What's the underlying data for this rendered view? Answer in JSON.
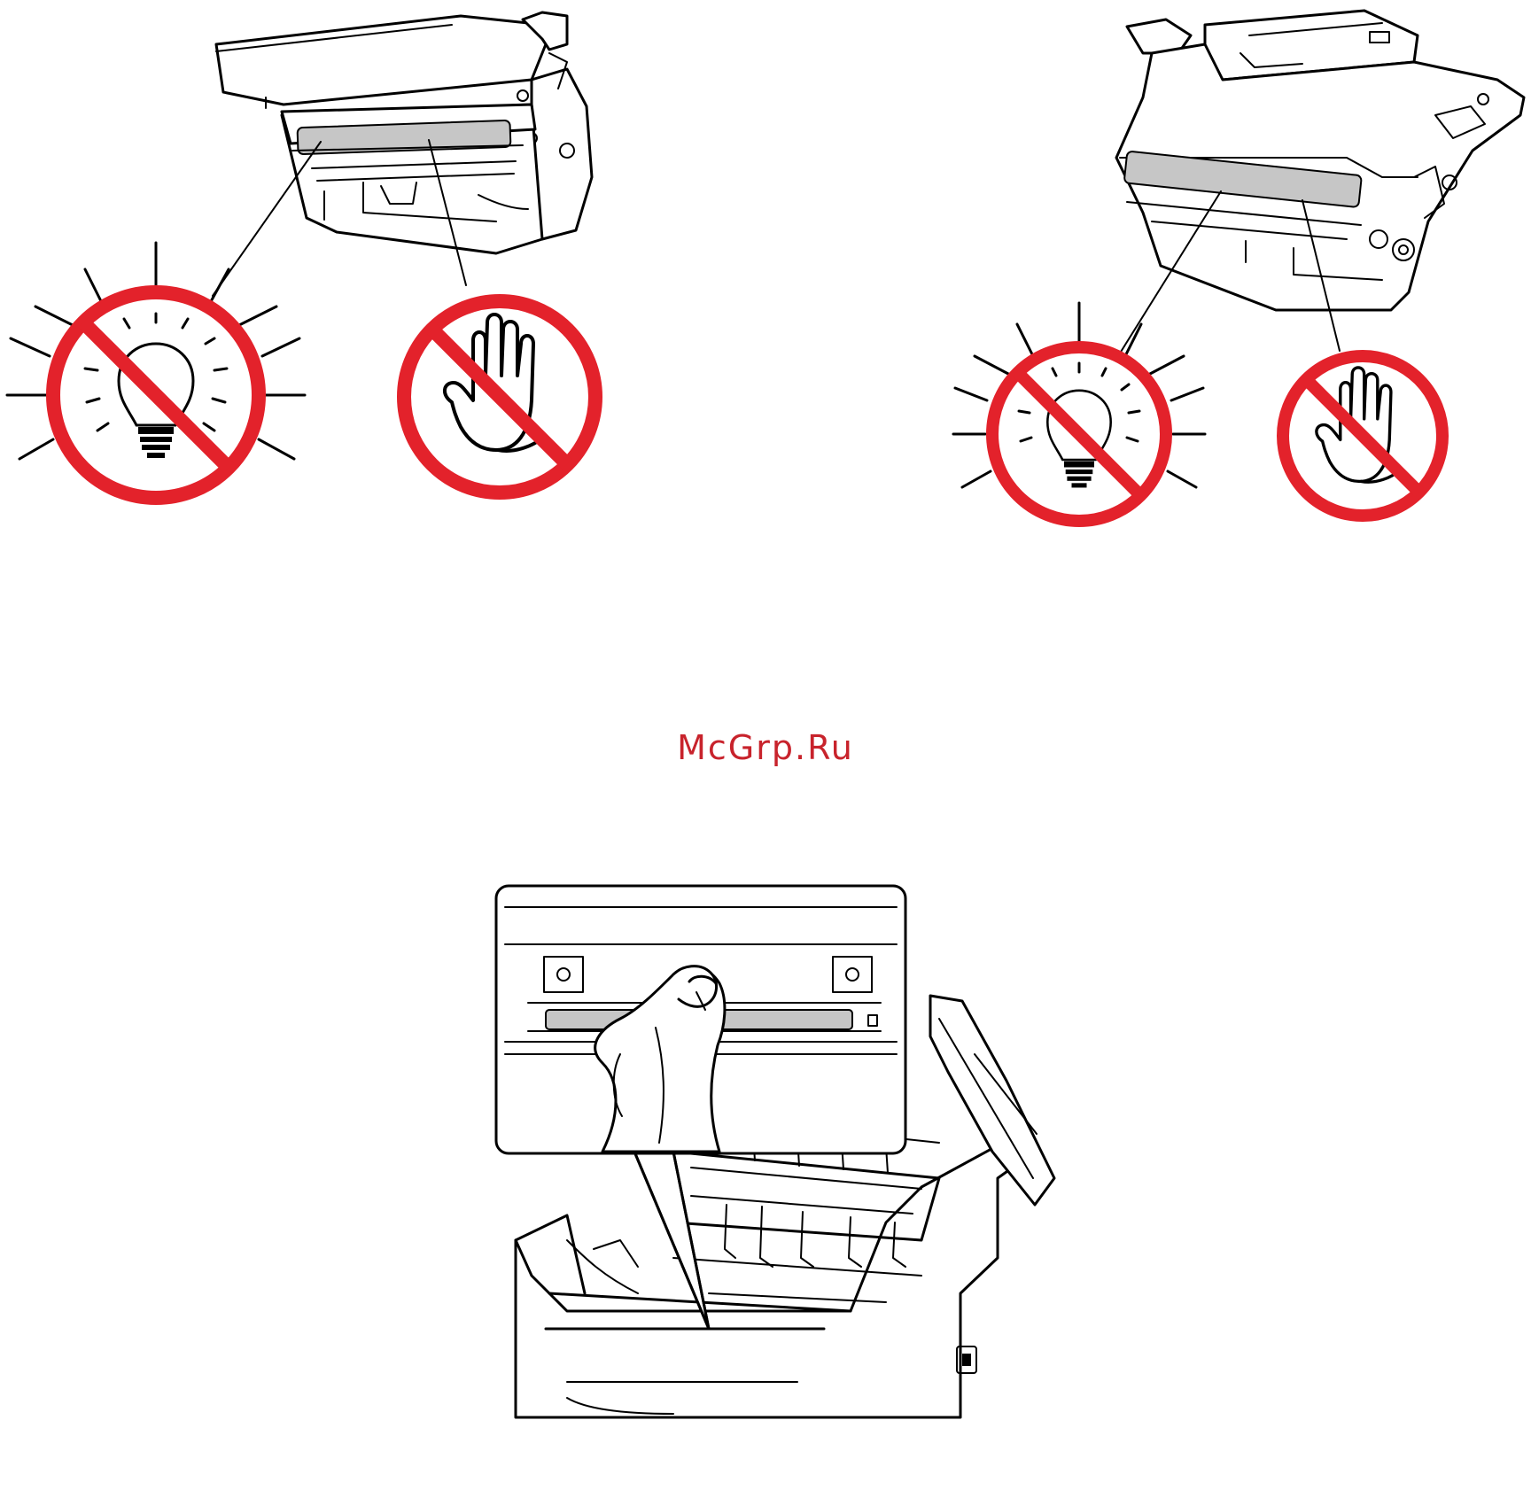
{
  "watermark": {
    "text": "McGrp.Ru",
    "color": "#c8232c"
  },
  "icons": [
    "drum-unit-illustration",
    "no-light-exposure-icon",
    "no-touch-icon",
    "printer-cleaning-illustration"
  ],
  "colors": {
    "prohibition": "#e3222b",
    "roller": "#c6c6c6",
    "line": "#000000"
  }
}
